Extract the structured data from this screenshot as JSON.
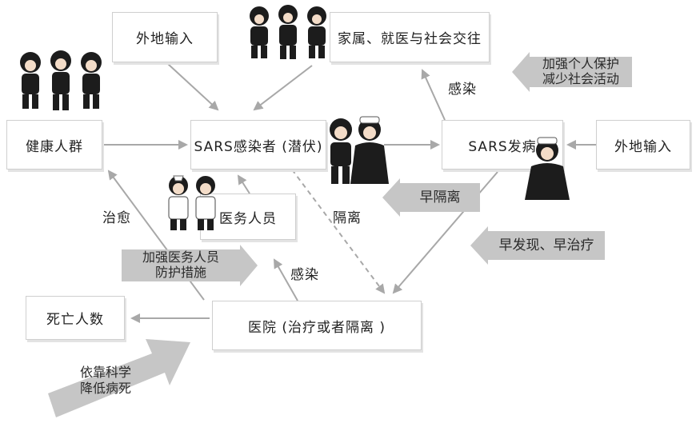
{
  "nodes": {
    "external_input_top": "外地输入",
    "family_contacts": "家属、就医与社会交往",
    "healthy_population": "健康人群",
    "sars_incubation": "SARS感染者 (潜伏)",
    "sars_onset": "SARS发病",
    "external_input_right": "外地输入",
    "medical_staff": "医务人员",
    "deaths": "死亡人数",
    "hospital": "医院 (治疗或者隔离 )"
  },
  "edge_labels": {
    "infection_upper": "感染",
    "cure": "治愈",
    "isolation": "隔离",
    "infection_lower": "感染"
  },
  "measures": {
    "personal_protection": [
      "加强个人保护",
      "减少社会活动"
    ],
    "early_isolation": "早隔离",
    "early_detection": "早发现、早治疗",
    "staff_protection": [
      "加强医务人员",
      "防护措施"
    ],
    "science": [
      "依靠科学",
      "降低病死"
    ]
  },
  "colors": {
    "box_border": "#cfcfcf",
    "arrow": "#a8a8a8",
    "measure_fill": "#c6c6c6"
  }
}
